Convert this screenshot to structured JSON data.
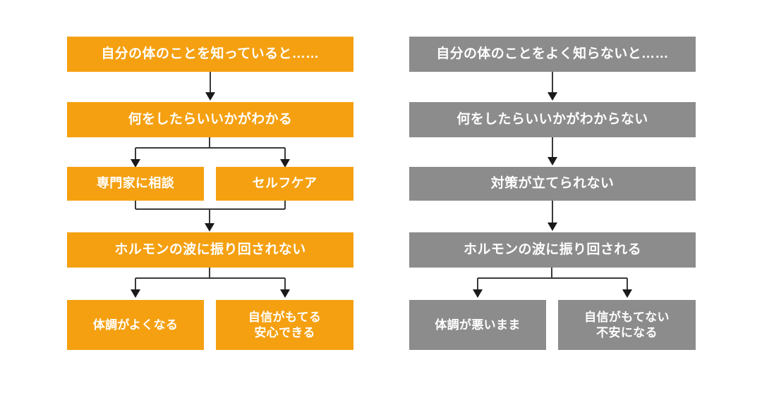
{
  "diagram": {
    "title_hidden": "",
    "background_color": "#ffffff",
    "columns": [
      {
        "id": "positive",
        "accent_color": "#F5A011",
        "nodes": [
          {
            "id": "pos-1",
            "label": "自分の体のことを知っていると……",
            "role": "premise"
          },
          {
            "id": "pos-2",
            "label": "何をしたらいいかがわかる",
            "role": "outcome"
          },
          {
            "id": "pos-3a",
            "label": "専門家に相談",
            "role": "branch"
          },
          {
            "id": "pos-3b",
            "label": "セルフケア",
            "role": "branch"
          },
          {
            "id": "pos-4",
            "label": "ホルモンの波に振り回されない",
            "role": "outcome"
          },
          {
            "id": "pos-5a",
            "label": "体調がよくなる",
            "role": "result"
          },
          {
            "id": "pos-5b",
            "label": "自信がもてる\n安心できる",
            "role": "result"
          }
        ]
      },
      {
        "id": "negative",
        "accent_color": "#8C8C8C",
        "nodes": [
          {
            "id": "neg-1",
            "label": "自分の体のことをよく知らないと……",
            "role": "premise"
          },
          {
            "id": "neg-2",
            "label": "何をしたらいいかがわからない",
            "role": "outcome"
          },
          {
            "id": "neg-3",
            "label": "対策が立てられない",
            "role": "outcome"
          },
          {
            "id": "neg-4",
            "label": "ホルモンの波に振り回される",
            "role": "outcome"
          },
          {
            "id": "neg-5a",
            "label": "体調が悪いまま",
            "role": "result"
          },
          {
            "id": "neg-5b",
            "label": "自信がもてない\n不安になる",
            "role": "result"
          }
        ]
      }
    ],
    "arrow_color": "#3A3A3A"
  }
}
